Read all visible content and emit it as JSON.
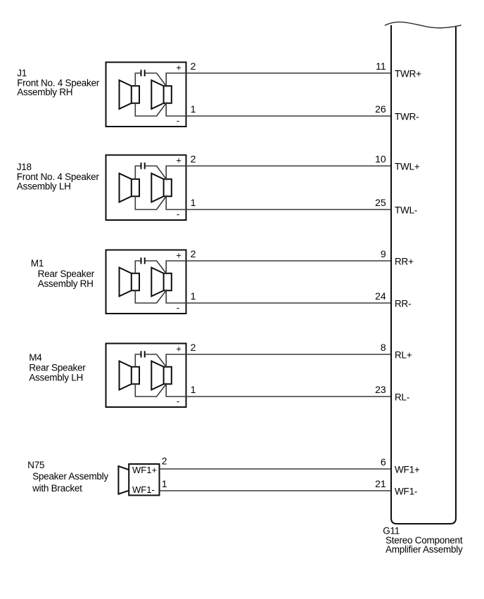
{
  "diagram_type": "speaker-amplifier-wiring-diagram",
  "colors": {
    "background": "#ffffff",
    "shape": "#0d0d0d",
    "wire": "#3a3a3a",
    "text": "#000000"
  },
  "speakers": [
    {
      "code": "J1",
      "desc": [
        "Front No. 4 Speaker",
        "Assembly RH"
      ],
      "plus": "+",
      "minus": "-",
      "top": {
        "pin": "2",
        "amp_pin": "11",
        "signal": "TWR+"
      },
      "bottom": {
        "pin": "1",
        "amp_pin": "26",
        "signal": "TWR-"
      }
    },
    {
      "code": "J18",
      "desc": [
        "Front No. 4 Speaker",
        "Assembly LH"
      ],
      "plus": "+",
      "minus": "-",
      "top": {
        "pin": "2",
        "amp_pin": "10",
        "signal": "TWL+"
      },
      "bottom": {
        "pin": "1",
        "amp_pin": "25",
        "signal": "TWL-"
      }
    },
    {
      "code": "M1",
      "desc": [
        "Rear Speaker",
        "Assembly RH"
      ],
      "plus": "+",
      "minus": "-",
      "top": {
        "pin": "2",
        "amp_pin": "9",
        "signal": "RR+"
      },
      "bottom": {
        "pin": "1",
        "amp_pin": "24",
        "signal": "RR-"
      }
    },
    {
      "code": "M4",
      "desc": [
        "Rear Speaker",
        "Assembly LH"
      ],
      "plus": "+",
      "minus": "-",
      "top": {
        "pin": "2",
        "amp_pin": "8",
        "signal": "RL+"
      },
      "bottom": {
        "pin": "1",
        "amp_pin": "23",
        "signal": "RL-"
      }
    }
  ],
  "woofer": {
    "code": "N75",
    "desc": [
      "Speaker Assembly",
      "with Bracket"
    ],
    "terminals": [
      "WF1+",
      "WF1-"
    ],
    "top": {
      "pin": "2",
      "amp_pin": "6",
      "signal": "WF1+"
    },
    "bottom": {
      "pin": "1",
      "amp_pin": "21",
      "signal": "WF1-"
    }
  },
  "amplifier": {
    "code": "G11",
    "name": [
      "Stereo Component",
      "Amplifier Assembly"
    ]
  }
}
